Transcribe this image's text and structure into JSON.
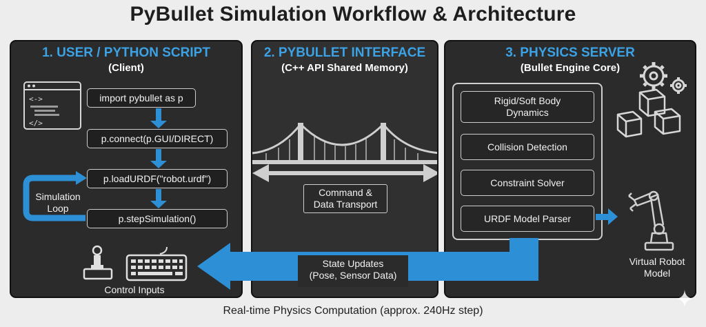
{
  "title": "PyBullet Simulation Workflow & Architecture",
  "panels": {
    "client": {
      "heading": "1. USER / PYTHON SCRIPT",
      "subheading": "(Client)",
      "steps": [
        "import pybullet as p",
        "p.connect(p.GUI/DIRECT)",
        "p.loadURDF(\"robot.urdf\")",
        "p.stepSimulation()"
      ],
      "loop_label_line1": "Simulation",
      "loop_label_line2": "Loop",
      "control_inputs": "Control Inputs"
    },
    "interface": {
      "heading": "2. PYBULLET INTERFACE",
      "subheading": "(C++ API Shared Memory)",
      "transport_line1": "Command &",
      "transport_line2": "Data Transport",
      "state_line1": "State Updates",
      "state_line2": "(Pose, Sensor Data)"
    },
    "server": {
      "heading": "3. PHYSICS SERVER",
      "subheading": "(Bullet Engine Core)",
      "modules": [
        {
          "line1": "Rigid/Soft Body",
          "line2": "Dynamics"
        },
        {
          "line1": "Collision Detection",
          "line2": ""
        },
        {
          "line1": "Constraint Solver",
          "line2": ""
        },
        {
          "line1": "URDF Model Parser",
          "line2": ""
        }
      ],
      "robot_line1": "Virtual Robot",
      "robot_line2": "Model"
    }
  },
  "footer": "Real-time Physics Computation (approx. 240Hz step)",
  "colors": {
    "accent_blue": "#2d8fd6",
    "panel_bg": "#2b2b2b",
    "heading_blue": "#3ba2e6"
  },
  "icons": [
    "code-window-icon",
    "gears-icon",
    "cubes-icon",
    "bridge-icon",
    "joystick-icon",
    "keyboard-icon",
    "robot-arm-icon",
    "sparkle-icon"
  ]
}
